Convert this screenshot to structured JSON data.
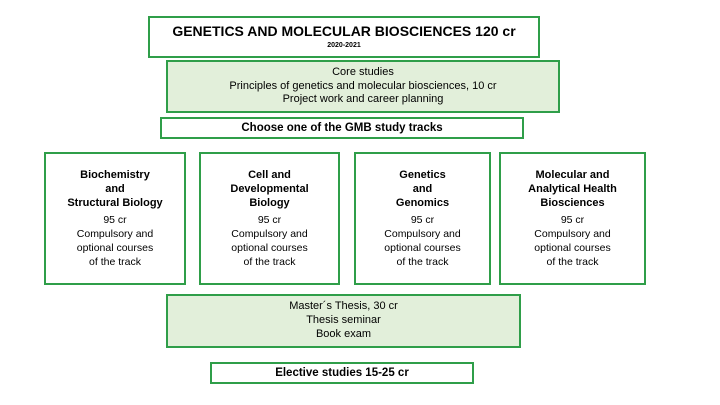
{
  "diagram": {
    "accent_color": "#2f9e49",
    "fill_color": "#e2efda",
    "title": {
      "main": "GENETICS AND MOLECULAR BIOSCIENCES 120 cr",
      "subtitle": "2020-2021"
    },
    "core_studies": "Core studies\nPrinciples of genetics and molecular biosciences, 10 cr\nProject work and career planning",
    "choose_label": "Choose one of the GMB study tracks",
    "tracks": [
      {
        "title": "Biochemistry\nand\nStructural Biology",
        "body": "95 cr\nCompulsory and\noptional courses\nof the track"
      },
      {
        "title": "Cell and\nDevelopmental\nBiology",
        "body": "95 cr\nCompulsory and\noptional courses\nof the track"
      },
      {
        "title": "Genetics\nand\nGenomics",
        "body": "95 cr\nCompulsory and\noptional courses\nof the track"
      },
      {
        "title": "Molecular and\nAnalytical Health\nBiosciences",
        "body": "95 cr\nCompulsory and\noptional courses\nof the track"
      }
    ],
    "thesis": "Master´s Thesis, 30 cr\nThesis seminar\nBook exam",
    "elective_label": "Elective studies 15-25 cr"
  }
}
